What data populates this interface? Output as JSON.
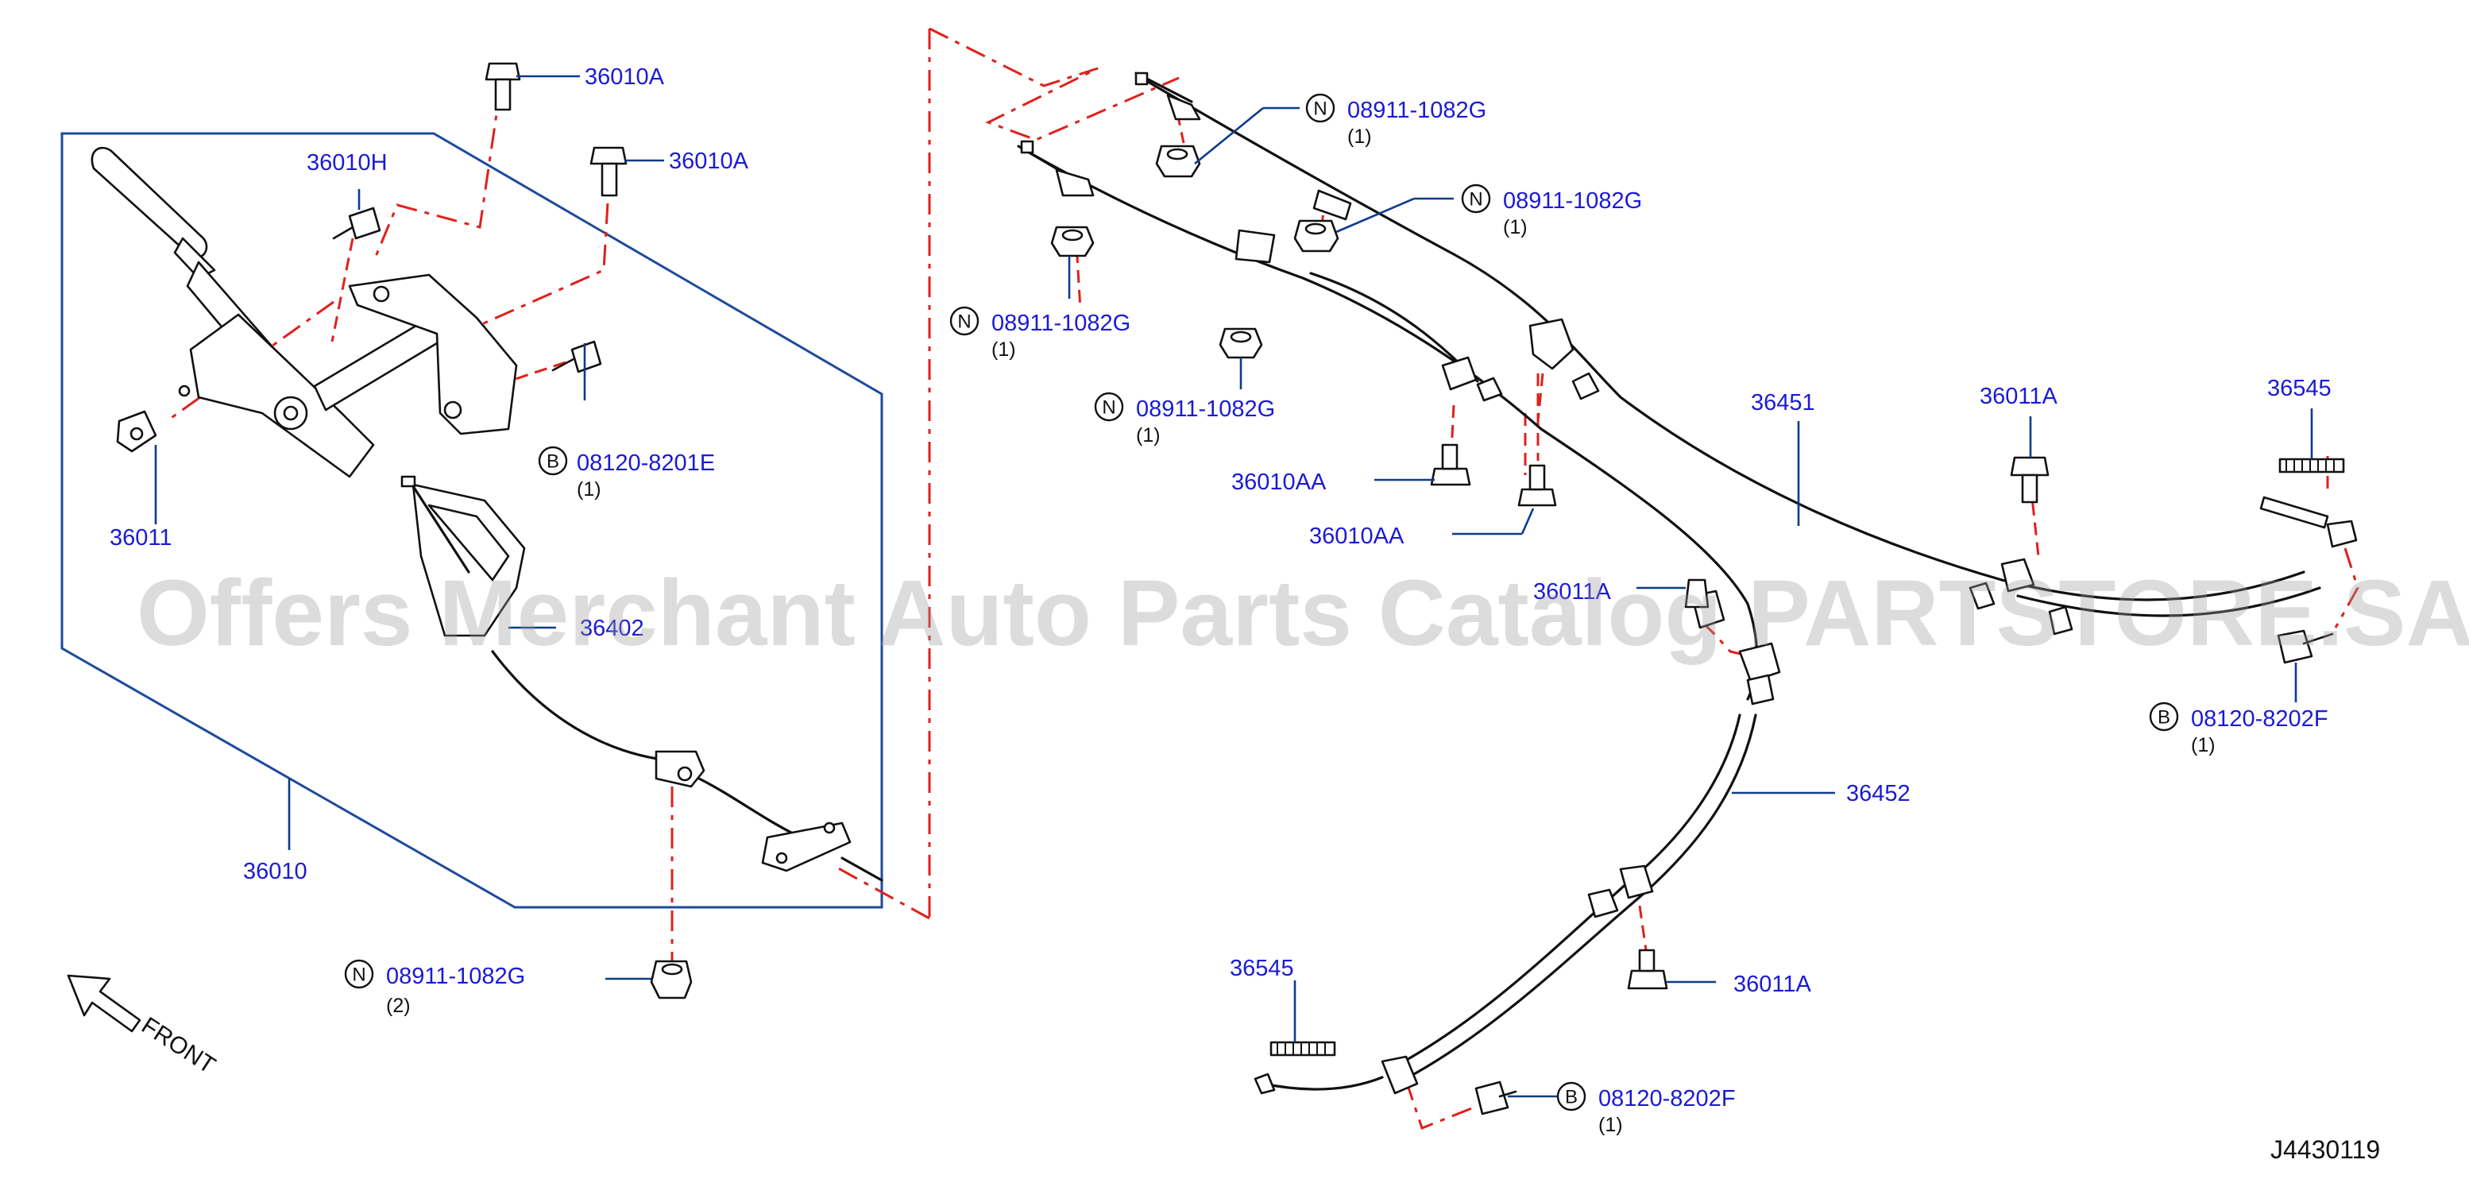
{
  "colors": {
    "label_blue": "#1a1ad6",
    "leader_blue": "#0d3b8c",
    "phantom_red": "#e0201b",
    "line_black": "#111111",
    "watermark_gray": "#9a9a9a"
  },
  "watermark": "Offers Merchant Auto Parts Catalog PARTSTORE.SA",
  "diagram_id": "J4430119",
  "front_label": "FRONT",
  "callouts": {
    "c36010A_top": "36010A",
    "c36010A_mid": "36010A",
    "c36010H": "36010H",
    "c36011": "36011",
    "c36010": "36010",
    "c36402": "36402",
    "c08120_8201E": {
      "marker": "B",
      "part": "08120-8201E",
      "qty": "(1)"
    },
    "c08911_lower": {
      "marker": "N",
      "part": "08911-1082G",
      "qty": "(2)"
    },
    "c08911_a": {
      "marker": "N",
      "part": "08911-1082G",
      "qty": "(1)"
    },
    "c08911_b": {
      "marker": "N",
      "part": "08911-1082G",
      "qty": "(1)"
    },
    "c08911_c": {
      "marker": "N",
      "part": "08911-1082G",
      "qty": "(1)"
    },
    "c08911_d": {
      "marker": "N",
      "part": "08911-1082G",
      "qty": "(1)"
    },
    "c36010AA_a": "36010AA",
    "c36010AA_b": "36010AA",
    "c36011A_mid": "36011A",
    "c36451": "36451",
    "c36011A_right": "36011A",
    "c36545_right": "36545",
    "c08120_8202F_right": {
      "marker": "B",
      "part": "08120-8202F",
      "qty": "(1)"
    },
    "c36452": "36452",
    "c36011A_lower": "36011A",
    "c36545_lower": "36545",
    "c08120_8202F_lower": {
      "marker": "B",
      "part": "08120-8202F",
      "qty": "(1)"
    }
  }
}
